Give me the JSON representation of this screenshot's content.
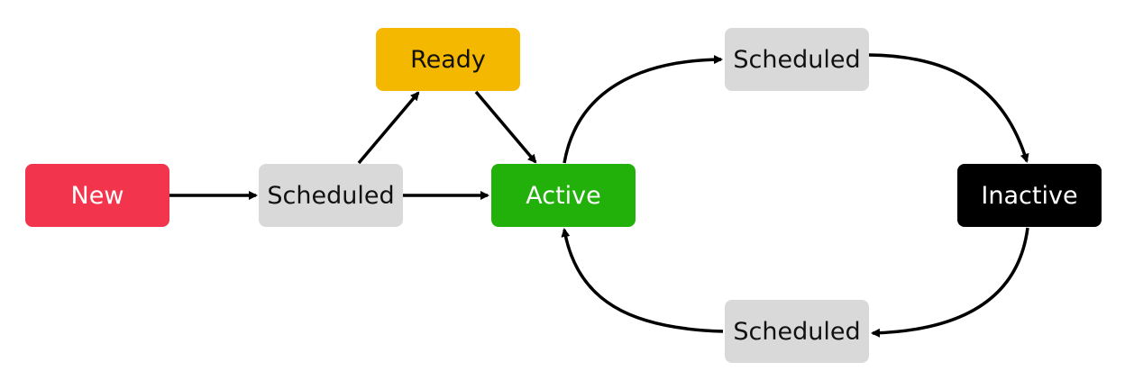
{
  "colors": {
    "new": "#f2354d",
    "scheduled": "#d9d9d9",
    "ready": "#f5b800",
    "active": "#22b10a",
    "inactive": "#000000",
    "arrow": "#000000"
  },
  "nodes": {
    "new": {
      "label": "New",
      "color": "#f2354d",
      "text_color": "#ffffff"
    },
    "scheduled_initial": {
      "label": "Scheduled",
      "color": "#d9d9d9",
      "text_color": "#111111"
    },
    "ready": {
      "label": "Ready",
      "color": "#f5b800",
      "text_color": "#111111"
    },
    "active": {
      "label": "Active",
      "color": "#22b10a",
      "text_color": "#ffffff"
    },
    "scheduled_to_inactive": {
      "label": "Scheduled",
      "color": "#d9d9d9",
      "text_color": "#111111"
    },
    "inactive": {
      "label": "Inactive",
      "color": "#000000",
      "text_color": "#ffffff"
    },
    "scheduled_to_active": {
      "label": "Scheduled",
      "color": "#d9d9d9",
      "text_color": "#111111"
    }
  },
  "edges": [
    {
      "from": "New",
      "to": "Scheduled"
    },
    {
      "from": "Scheduled",
      "to": "Ready"
    },
    {
      "from": "Scheduled",
      "to": "Active"
    },
    {
      "from": "Ready",
      "to": "Active"
    },
    {
      "from": "Active",
      "to": "Scheduled"
    },
    {
      "from": "Scheduled",
      "to": "Inactive"
    },
    {
      "from": "Inactive",
      "to": "Scheduled"
    },
    {
      "from": "Scheduled",
      "to": "Active"
    }
  ]
}
